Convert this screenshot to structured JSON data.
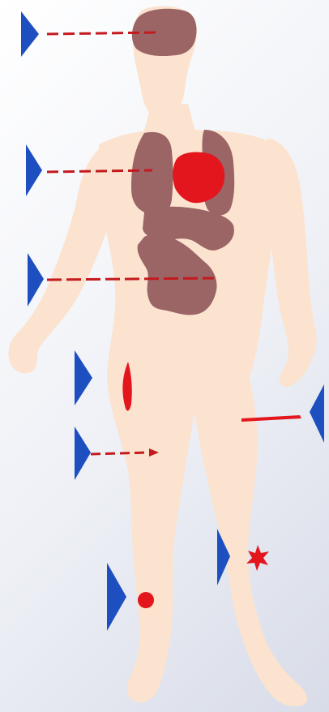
{
  "figure": {
    "background_colors": [
      "#ffffff",
      "#d8dce8"
    ],
    "skin_color": "#fbe3cf",
    "organ_color": "#9b6465",
    "wound_color": "#e3161e",
    "marker_color": "#1d4fc0"
  },
  "markers": [
    {
      "id": "head",
      "icon": "triangle-right-icon",
      "points_to": "brain",
      "line": "dashed"
    },
    {
      "id": "chest",
      "icon": "triangle-right-icon",
      "points_to": "lungs-heart",
      "line": "dashed"
    },
    {
      "id": "abdomen",
      "icon": "triangle-right-icon",
      "points_to": "intestines",
      "line": "dashed"
    },
    {
      "id": "right-thigh",
      "icon": "triangle-right-icon",
      "points_to": "gash-wound",
      "line": "none"
    },
    {
      "id": "right-thigh-lower",
      "icon": "triangle-right-icon",
      "points_to": "penetrating-wound",
      "line": "dashed-arrow"
    },
    {
      "id": "left-thigh",
      "icon": "triangle-left-icon",
      "points_to": "cut-wound",
      "line": "none"
    },
    {
      "id": "left-shin",
      "icon": "triangle-right-icon",
      "points_to": "star-wound",
      "line": "none"
    },
    {
      "id": "right-knee",
      "icon": "triangle-right-icon",
      "points_to": "puncture-wound",
      "line": "none"
    }
  ]
}
